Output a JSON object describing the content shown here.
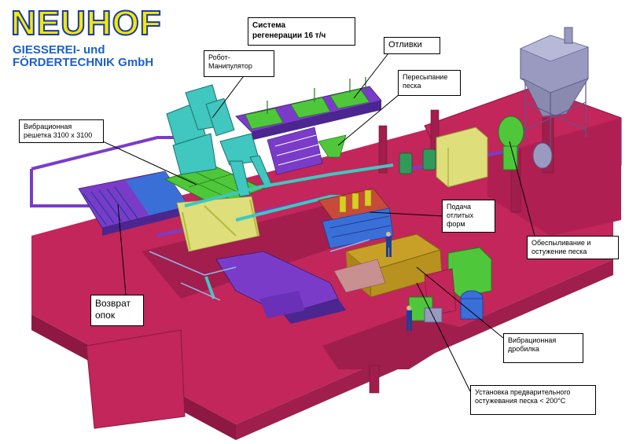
{
  "logo": {
    "brand": "NEUHOF",
    "line1": "GIESSEREI- und",
    "line2": "FÖRDERTECHNIK  GmbH"
  },
  "colors": {
    "floor": "#c2265a",
    "floor_dark": "#8e1842",
    "steel_purple": "#7a3cc8",
    "blue": "#3b6fd8",
    "green": "#4ec83a",
    "teal": "#3fc7c0",
    "cream": "#dede7a",
    "gold": "#c8a028",
    "grey_silo": "#9a9ac0",
    "logo_yellow": "#f3e800",
    "logo_blue": "#1e60c8"
  },
  "labels": {
    "system": "Система\nрегенерации 16 т/ч",
    "castings": "Отливки",
    "robot": "Робот-\nМанипулятор",
    "sand_transfer": "Пересыпание\nпеска",
    "vib_grate": "Вибрационная\nрешетка 3100 x 3100",
    "mold_feed": "Подача\nотлитых\nформ",
    "dedust": "Обеспыливание и\nостужение песка",
    "flask_return": "Возврат\nопок",
    "vib_crusher": "Вибрационная\nдробилка",
    "precool": "Установка предварительного\nостужевания песка < 200°C"
  }
}
